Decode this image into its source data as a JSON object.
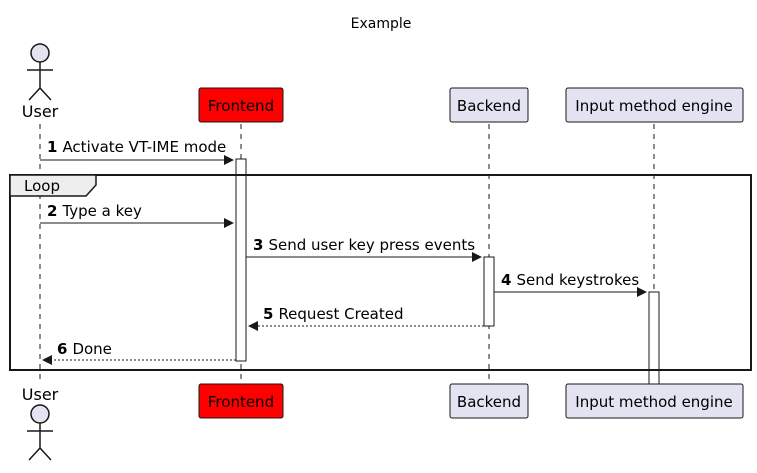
{
  "diagram": {
    "title": "Example",
    "participants": [
      {
        "id": "user",
        "label": "User",
        "kind": "actor"
      },
      {
        "id": "frontend",
        "label": "Frontend",
        "kind": "box",
        "fill": "#ff0000"
      },
      {
        "id": "backend",
        "label": "Backend",
        "kind": "box",
        "fill": "#e3e3f2"
      },
      {
        "id": "ime",
        "label": "Input method engine",
        "kind": "box",
        "fill": "#e3e3f2"
      }
    ],
    "loop": {
      "label": "Loop"
    },
    "messages": [
      {
        "number": "1",
        "text": "Activate VT-IME mode",
        "from": "user",
        "to": "frontend",
        "style": "solid"
      },
      {
        "number": "2",
        "text": "Type a key",
        "from": "user",
        "to": "frontend",
        "style": "solid"
      },
      {
        "number": "3",
        "text": "Send user key press events",
        "from": "frontend",
        "to": "backend",
        "style": "solid"
      },
      {
        "number": "4",
        "text": "Send keystrokes",
        "from": "backend",
        "to": "ime",
        "style": "solid"
      },
      {
        "number": "5",
        "text": "Request Created",
        "from": "backend",
        "to": "frontend",
        "style": "dashed"
      },
      {
        "number": "6",
        "text": "Done",
        "from": "frontend",
        "to": "user",
        "style": "dashed"
      }
    ]
  }
}
